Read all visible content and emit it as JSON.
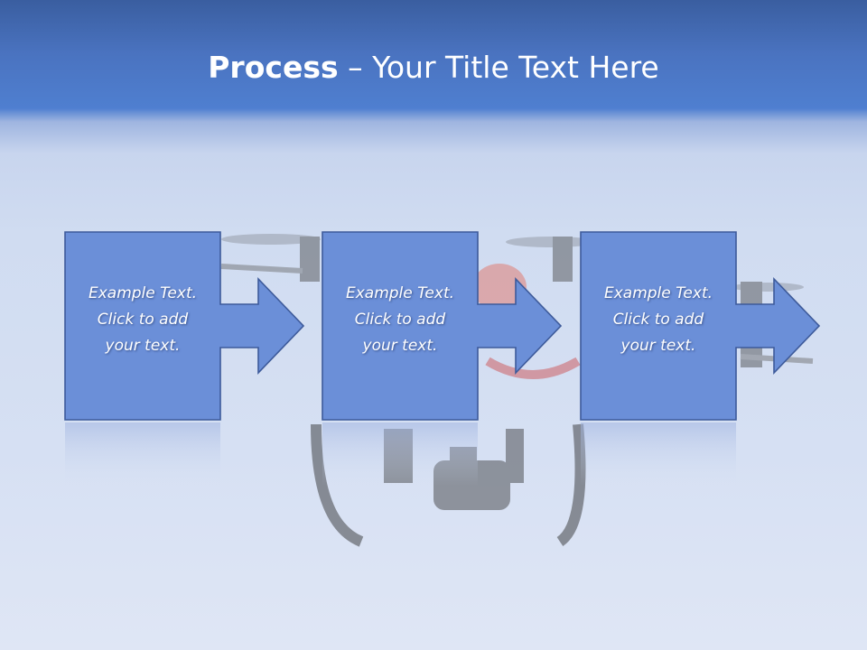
{
  "slide": {
    "title_bold": "Process",
    "title_rest": " – Your Title Text Here"
  },
  "steps": [
    {
      "text": "Example Text.\nClick  to add\nyour text."
    },
    {
      "text": "Example Text.\nClick  to add\nyour text."
    },
    {
      "text": "Example Text.\nClick  to add\nyour text."
    }
  ],
  "colors": {
    "box_fill": "#6b8fd8",
    "box_stroke": "#3d5a9a",
    "header": "#4a73c0"
  }
}
